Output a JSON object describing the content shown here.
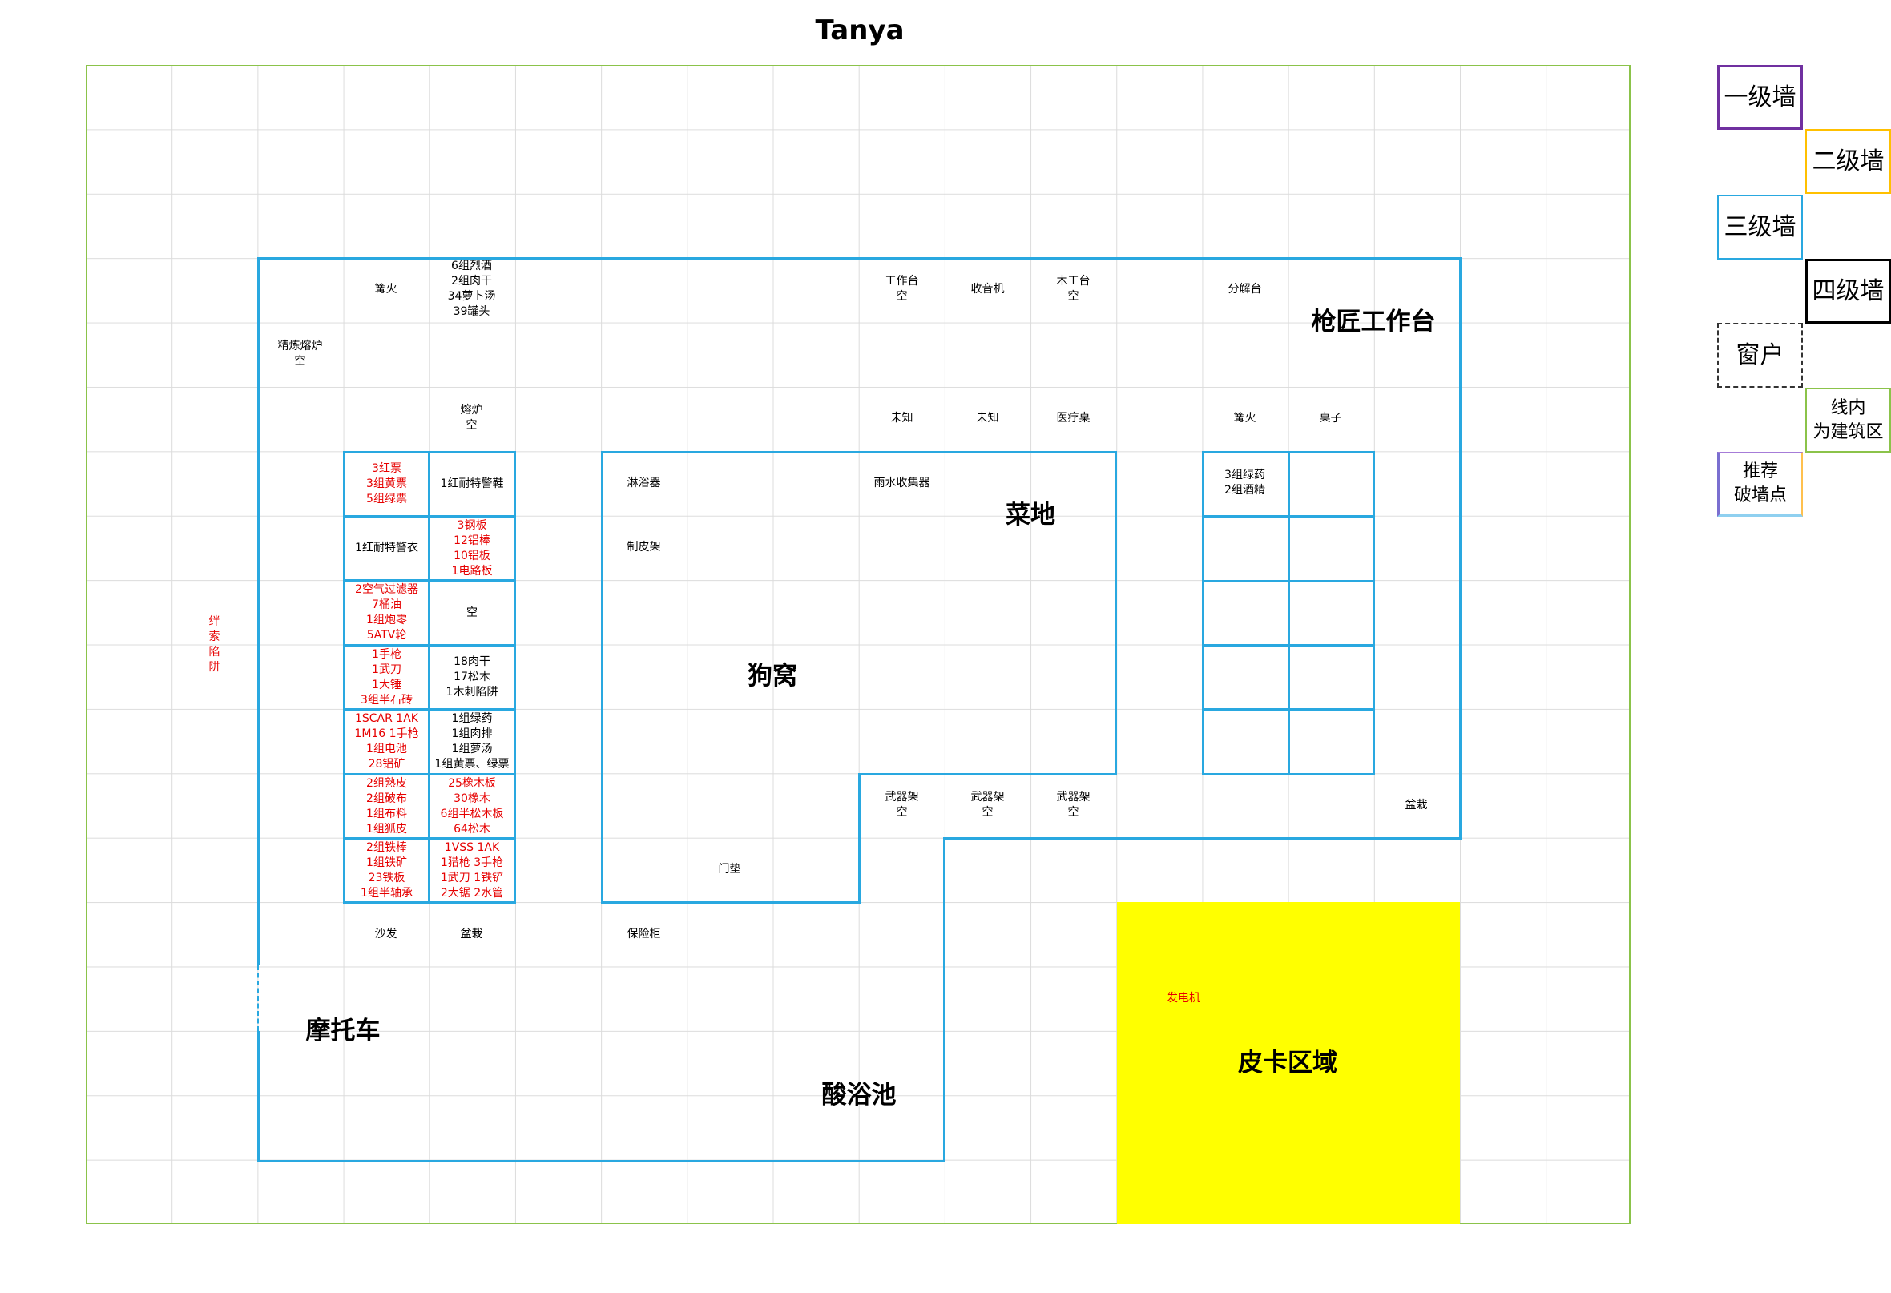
{
  "title": "Tanya",
  "colors": {
    "site_border": "#8bc34a",
    "wall_level1": "#7030a0",
    "wall_level2": "#ffc000",
    "wall_level3": "#29a8e0",
    "wall_level4": "#000000",
    "pickup_area": "#ffff00",
    "red_text": "#e60000"
  },
  "legend": {
    "wall1": "一级墙",
    "wall2": "二级墙",
    "wall3": "三级墙",
    "wall4": "四级墙",
    "window": "窗户",
    "build_zone": "线内\n为建筑区",
    "breach": "推荐\n破墙点"
  },
  "areas": {
    "gunsmith": "枪匠工作台",
    "garden": "菜地",
    "kennel": "狗窝",
    "motorcycle": "摩托车",
    "acid_bath": "酸浴池",
    "pickup": "皮卡区域"
  },
  "labels": {
    "bonfire1": "篝火",
    "food_stock": "6组烈酒\n2组肉干\n34萝卜汤\n39罐头",
    "refinery": "精炼熔炉\n空",
    "furnace": "熔炉\n空",
    "workbench": "工作台\n空",
    "radio": "收音机",
    "woodbench": "木工台\n空",
    "disassembler": "分解台",
    "unknown1": "未知",
    "unknown2": "未知",
    "medtable": "医疗桌",
    "bonfire2": "篝火",
    "table": "桌子",
    "shower": "淋浴器",
    "rain_collector": "雨水收集器",
    "tanning_rack": "制皮架",
    "doormat": "门垫",
    "rack1": "武器架\n空",
    "rack2": "武器架\n空",
    "rack3": "武器架\n空",
    "plant1": "盆栽",
    "sofa": "沙发",
    "plant2": "盆栽",
    "safe": "保险柜",
    "tripwire": "绊\n索\n陷\n阱",
    "generator": "发电机",
    "meds": "3组绿药\n2组酒精"
  },
  "storage": {
    "left": [
      "3红票\n3组黄票\n5组绿票",
      "1红耐特警衣",
      "2空气过滤器\n7桶油\n1组炮零\n5ATV轮",
      "1手枪\n1武刀\n1大锤\n3组半石砖",
      "1SCAR 1AK\n1M16 1手枪\n1组电池\n28铝矿",
      "2组熟皮\n2组破布\n1组布料\n1组狐皮",
      "2组铁棒\n1组铁矿\n23铁板\n1组半轴承"
    ],
    "right": [
      "1红耐特警鞋",
      "3钢板\n12铝棒\n10铝板\n1电路板",
      "空",
      "18肉干\n17松木\n1木刺陷阱",
      "1组绿药\n1组肉排\n1组萝汤\n1组黄票、绿票",
      "25橡木板\n30橡木\n6组半松木板\n64松木",
      "1VSS 1AK\n1猎枪 3手枪\n1武刀 1铁铲\n2大锯 2水管"
    ]
  }
}
